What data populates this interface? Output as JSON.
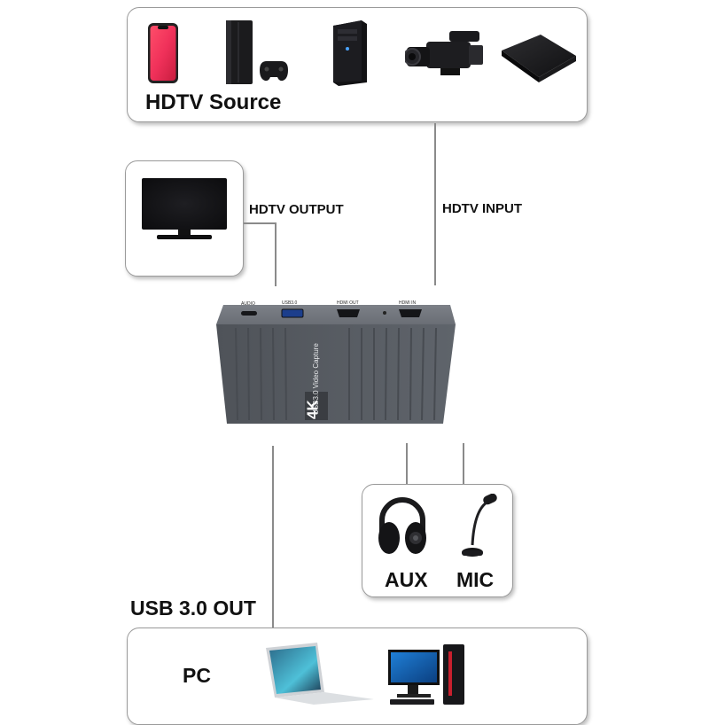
{
  "source_box": {
    "title": "HDTV Source",
    "devices": [
      "smartphone-icon",
      "game-console-icon",
      "desktop-tower-icon",
      "camcorder-icon",
      "tv-box-icon"
    ]
  },
  "output_box": {
    "device": "monitor-icon"
  },
  "connections": {
    "hdtv_output": "HDTV OUTPUT",
    "hdtv_input": "HDTV INPUT",
    "usb_out": "USB 3.0 OUT"
  },
  "capture_device": {
    "badge": "4K",
    "product_text": "USB3.0 Video Capture",
    "port_labels": [
      "AUDIO",
      "USB3.0",
      "HDMI OUT",
      "HDMI IN"
    ],
    "color": "#5d6269"
  },
  "audio_box": {
    "aux": "AUX",
    "mic": "MIC"
  },
  "pc_box": {
    "label": "PC"
  },
  "colors": {
    "frame": "#9a9a9a",
    "connector": "#8a8a8a",
    "device_body": "#5d6269",
    "badge": "#3a3d42"
  }
}
